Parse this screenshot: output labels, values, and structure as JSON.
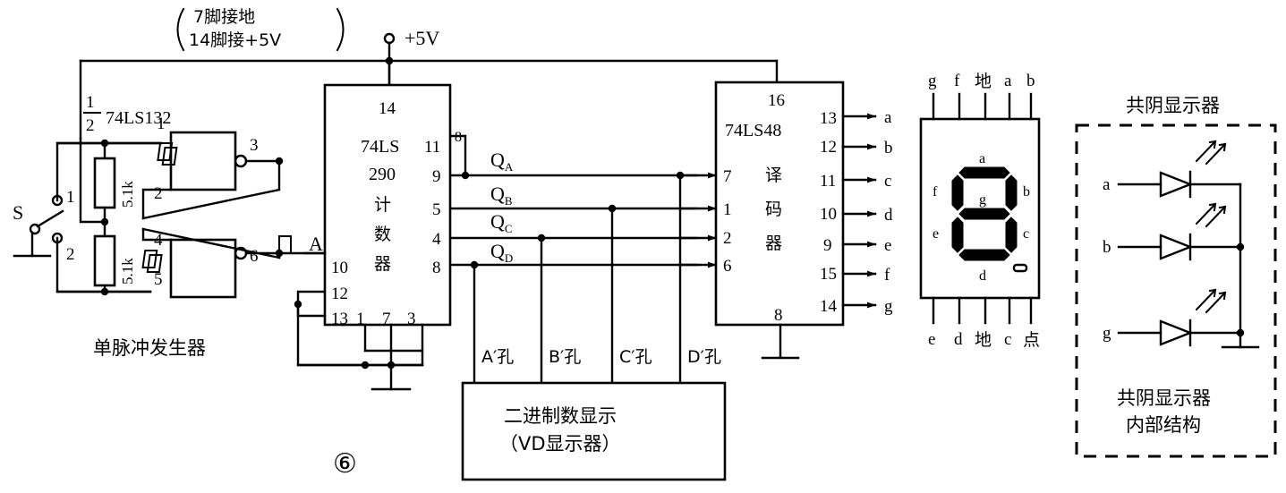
{
  "figure": {
    "number": "⑥",
    "note_line1": "7脚接地",
    "note_line2": "14脚接+5V",
    "supply_label": "+5V"
  },
  "pulse_generator": {
    "title": "单脉冲发生器",
    "chip_fraction_num": "1",
    "chip_fraction_den": "2",
    "chip_label": "74LS132",
    "switch_label": "S",
    "switch_pos1": "1",
    "switch_pos2": "2",
    "resistor_top": "5.1k",
    "resistor_bottom": "5.1k",
    "gate1": {
      "in_a": "1",
      "in_b": "2",
      "out": "3"
    },
    "gate2": {
      "in_a": "4",
      "in_b": "5",
      "out": "6"
    },
    "output_label": "A"
  },
  "counter": {
    "name_line1": "74LS",
    "name_line2": "290",
    "cn_chars": [
      "计",
      "数",
      "器"
    ],
    "pin_vcc": "14",
    "pins_right": [
      "11",
      "9",
      "5",
      "4",
      "8"
    ],
    "pins_left": [
      "10",
      "12",
      "13"
    ],
    "pins_bottom": [
      "1",
      "7",
      "3"
    ],
    "outputs": [
      {
        "q": "Q",
        "sub": "A"
      },
      {
        "q": "Q",
        "sub": "B"
      },
      {
        "q": "Q",
        "sub": "C"
      },
      {
        "q": "Q",
        "sub": "D"
      }
    ]
  },
  "decoder": {
    "name": "74LS48",
    "cn_chars": [
      "译",
      "码",
      "器"
    ],
    "pin_vcc": "16",
    "pin_gnd": "8",
    "pins_left": [
      "7",
      "1",
      "2",
      "6"
    ],
    "pins_right": [
      "13",
      "12",
      "11",
      "10",
      "9",
      "15",
      "14"
    ],
    "segment_labels": [
      "a",
      "b",
      "c",
      "d",
      "e",
      "f",
      "g"
    ]
  },
  "binary_display": {
    "taps": [
      "A′孔",
      "B′孔",
      "C′孔",
      "D′孔"
    ],
    "title_line1": "二进制数显示",
    "title_line2": "（VD显示器）"
  },
  "seven_segment": {
    "pins_top": [
      "g",
      "f",
      "地",
      "a",
      "b"
    ],
    "pins_bottom": [
      "e",
      "d",
      "地",
      "c",
      "点"
    ],
    "segments": [
      "a",
      "b",
      "c",
      "d",
      "e",
      "f",
      "g"
    ]
  },
  "led_structure": {
    "title_top": "共阴显示器",
    "title_bottom_line1": "共阴显示器",
    "title_bottom_line2": "内部结构",
    "leds": [
      "a",
      "b",
      "g"
    ]
  },
  "colors": {
    "ink": "#000000",
    "paper": "#ffffff"
  }
}
